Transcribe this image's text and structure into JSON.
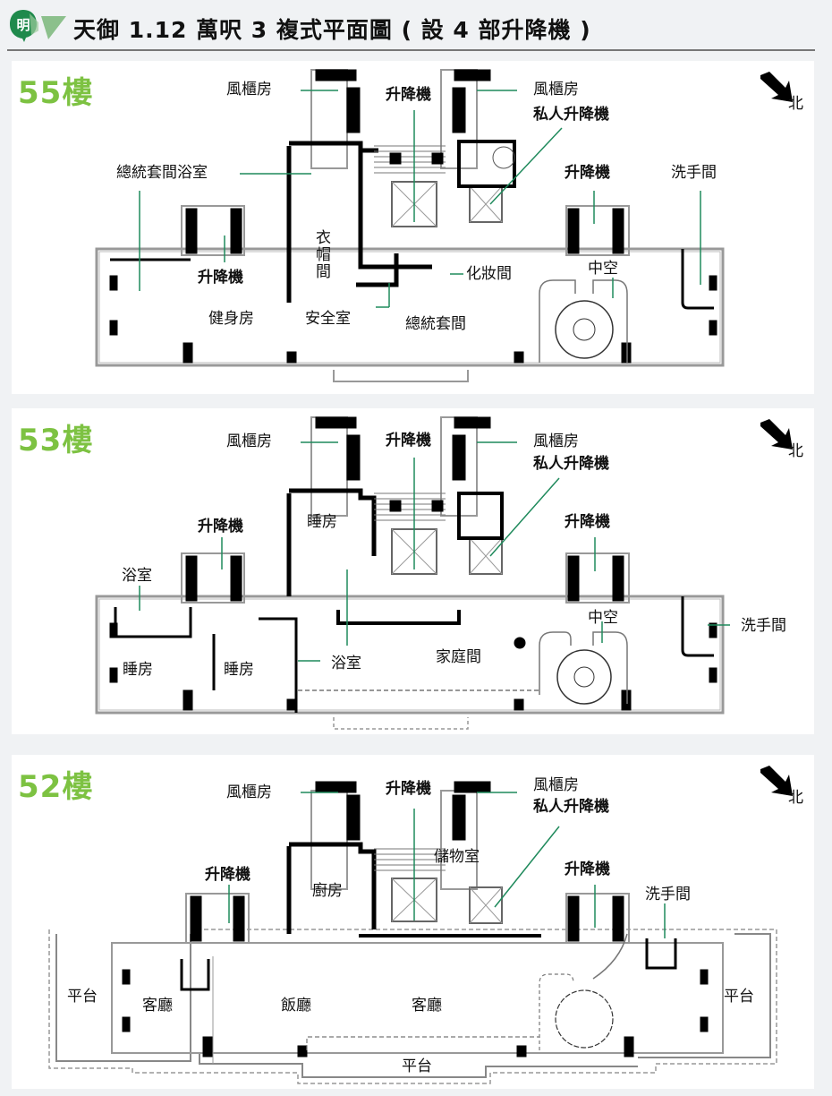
{
  "header": {
    "badge_char": "明",
    "title": "天御 1.12 萬呎 3 複式平面圖 ( 設 4 部升降機 )",
    "accent_color": "#1f8a4c"
  },
  "north_label": "北",
  "floor_label_color": "#7dc242",
  "leader_color": "#1f8a5c",
  "floors": [
    {
      "floor": "55樓",
      "labels": {
        "ahu_left": "風櫃房",
        "ahu_right": "風櫃房",
        "lift_core": "升降機",
        "private_lift": "私人升降機",
        "lift_left": "升降機",
        "lift_right": "升降機",
        "master_bath": "總統套間浴室",
        "washroom": "洗手間",
        "cloakroom": "衣帽間",
        "powder_room": "化妝間",
        "void": "中空",
        "gym": "健身房",
        "safe_room": "安全室",
        "master_suite": "總統套間"
      }
    },
    {
      "floor": "53樓",
      "labels": {
        "ahu_left": "風櫃房",
        "ahu_right": "風櫃房",
        "lift_core": "升降機",
        "private_lift": "私人升降機",
        "lift_left": "升降機",
        "lift_right": "升降機",
        "bedroom_top": "睡房",
        "bath_left": "浴室",
        "void": "中空",
        "washroom": "洗手間",
        "bedroom_1": "睡房",
        "bedroom_2": "睡房",
        "bath_center": "浴室",
        "family_room": "家庭間"
      }
    },
    {
      "floor": "52樓",
      "labels": {
        "ahu_left": "風櫃房",
        "ahu_right": "風櫃房",
        "lift_core": "升降機",
        "private_lift": "私人升降機",
        "storage": "儲物室",
        "lift_left": "升降機",
        "lift_right": "升降機",
        "washroom": "洗手間",
        "kitchen": "廚房",
        "terrace_left": "平台",
        "living_left": "客廳",
        "dining": "飯廳",
        "living_center": "客廳",
        "terrace_right": "平台",
        "terrace_bottom": "平台"
      }
    }
  ]
}
